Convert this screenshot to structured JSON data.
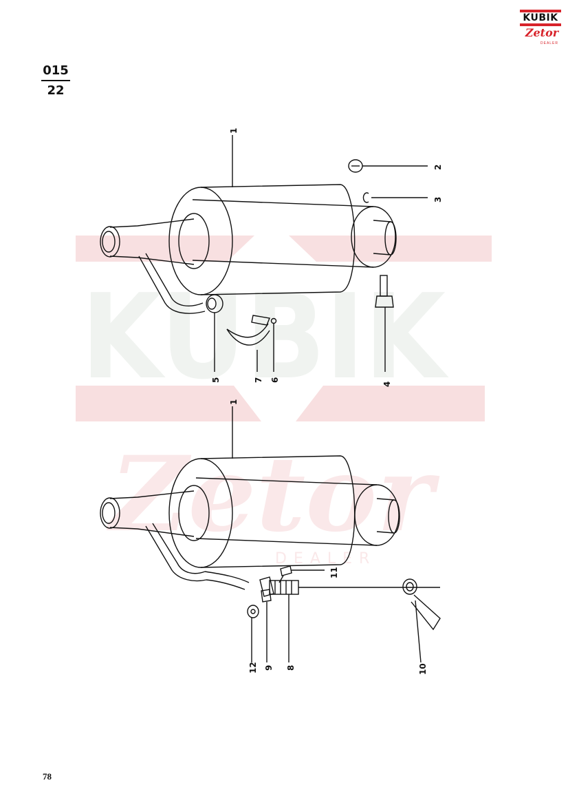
{
  "header": {
    "group_number": "015",
    "sheet_number": "22"
  },
  "logo": {
    "brand": "KUBIK",
    "sub_brand": "Zetor",
    "tagline": "DEALER"
  },
  "watermark": {
    "brand": "KUBIK",
    "sub_brand": "Zetor",
    "tagline": "DEALER"
  },
  "callouts": {
    "c1_top": "1",
    "c2": "2",
    "c3": "3",
    "c4": "4",
    "c5": "5",
    "c6": "6",
    "c7": "7",
    "c1_bottom": "1",
    "c8": "8",
    "c9": "9",
    "c10": "10",
    "c11": "11",
    "c12": "12"
  },
  "footer": {
    "page_number": "78"
  }
}
